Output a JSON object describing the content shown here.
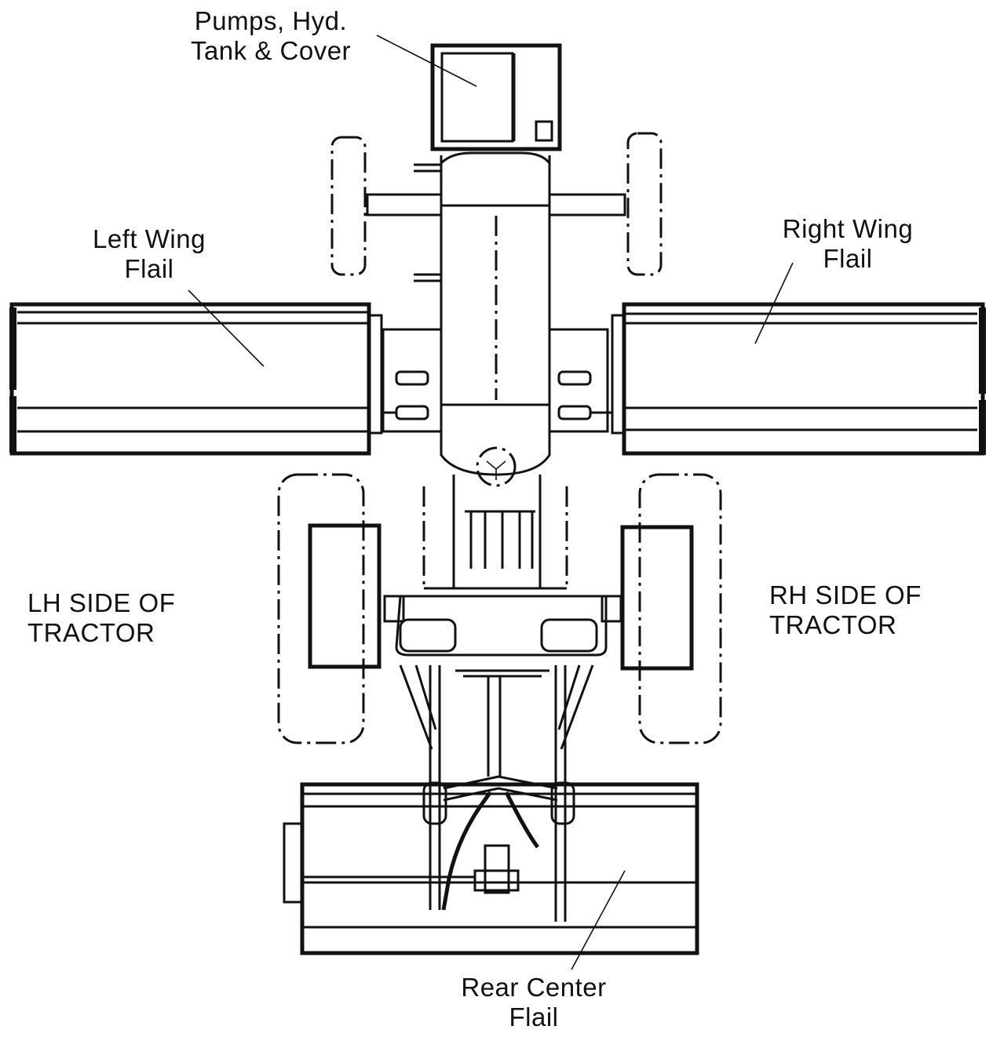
{
  "labels": {
    "pumps": {
      "line1": "Pumps, Hyd.",
      "line2": "Tank & Cover"
    },
    "left_wing": {
      "line1": "Left Wing",
      "line2": "Flail"
    },
    "right_wing": {
      "line1": "Right Wing",
      "line2": "Flail"
    },
    "lh_side": {
      "line1": "LH SIDE OF",
      "line2": "TRACTOR"
    },
    "rh_side": {
      "line1": "RH SIDE OF",
      "line2": "TRACTOR"
    },
    "rear_center": {
      "line1": "Rear Center",
      "line2": "Flail"
    }
  },
  "colors": {
    "ink": "#111111",
    "background": "#ffffff"
  }
}
